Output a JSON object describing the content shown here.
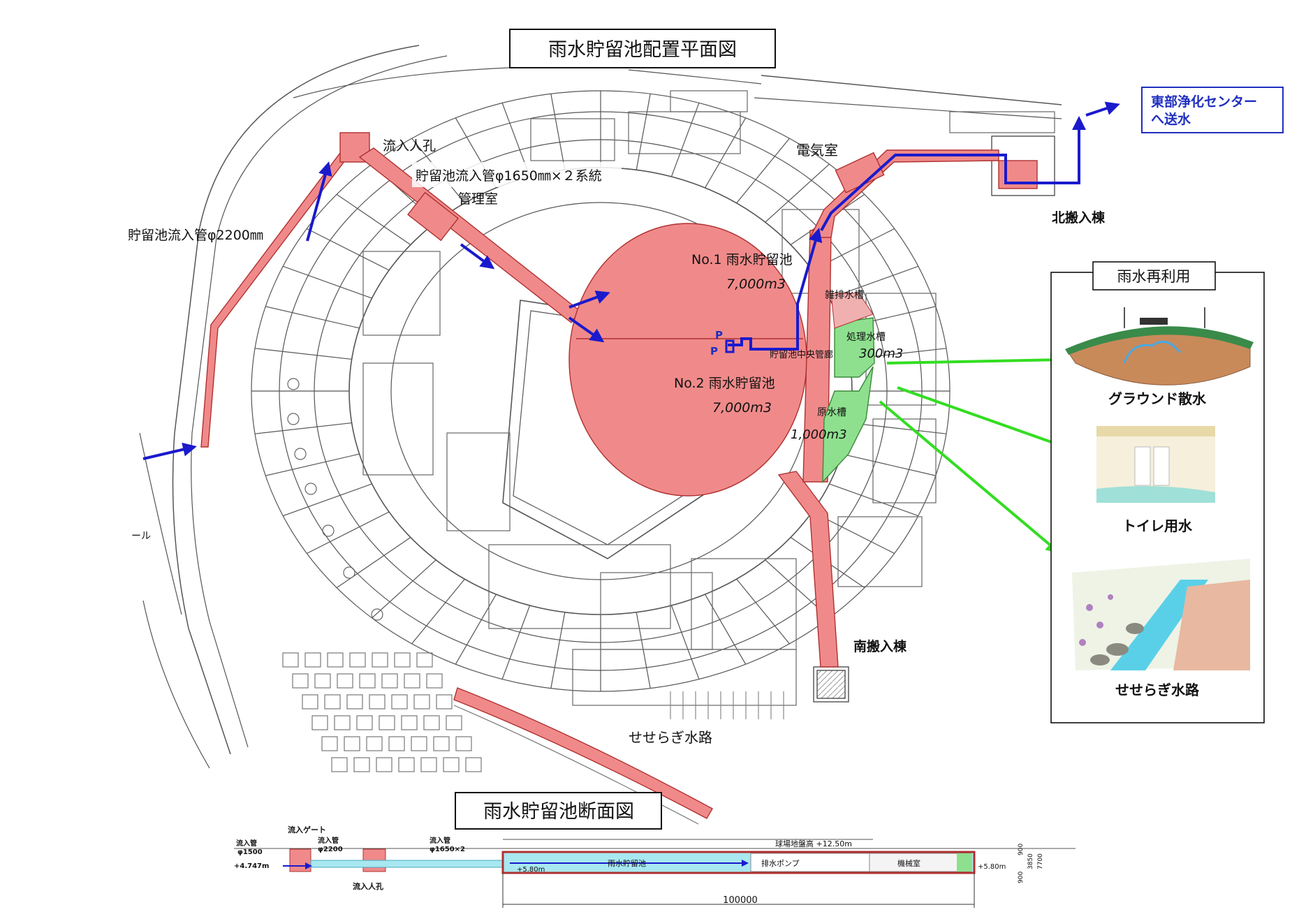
{
  "titles": {
    "plan": "雨水貯留池配置平面図",
    "section": "雨水貯留池断面図",
    "reuse": "雨水再利用"
  },
  "destination": {
    "line1": "東部浄化センター",
    "line2": "へ送水"
  },
  "labels": {
    "inflow_manhole": "流入人孔",
    "inflow_pipe_1650": "貯留池流入管φ1650㎜×２系統",
    "management_room": "管理室",
    "inflow_pipe_2200": "貯留池流入管φ2200㎜",
    "electric_room": "電気室",
    "north_building": "北搬入棟",
    "south_building": "南搬入棟",
    "pond1_name": "No.1 雨水貯留池",
    "pond1_volume": "7,000m3",
    "pond2_name": "No.2 雨水貯留池",
    "pond2_volume": "7,000m3",
    "misc_tank": "雑排水槽",
    "treated_tank": "処理水槽",
    "treated_volume": "300m3",
    "raw_tank": "原水槽",
    "raw_volume": "1,000m3",
    "central_pipe": "貯留池中央管廊",
    "pump1": "P",
    "pump2": "P",
    "seseragi_map": "せせらぎ水路",
    "road_fragment": "ール"
  },
  "reuse_items": [
    {
      "label": "グラウンド散水"
    },
    {
      "label": "トイレ用水"
    },
    {
      "label": "せせらぎ水路"
    }
  ],
  "section": {
    "gate": "流入ゲート",
    "pipe_1500_a": "流入管",
    "pipe_1500_b": "φ1500",
    "pipe_2200_a": "流入管",
    "pipe_2200_b": "φ2200",
    "pipe_1650_a": "流入管",
    "pipe_1650_b": "φ1650×2",
    "level_in": "+4.747m",
    "manhole": "流入人孔",
    "ground": "球場地盤高 +12.50m",
    "pond": "雨水貯留池",
    "pump": "排水ポンプ",
    "machine": "機械室",
    "lvl_a": "+5.80m",
    "lvl_b": "+5.80m",
    "length": "100000",
    "d900": "900",
    "d3850": "3850",
    "d7700": "7700",
    "d900b": "900"
  },
  "colors": {
    "pond": "#f08a8a",
    "tank_green": "#8ee08e",
    "flow_blue": "#1a1acc",
    "reuse_green": "#33dd22"
  }
}
